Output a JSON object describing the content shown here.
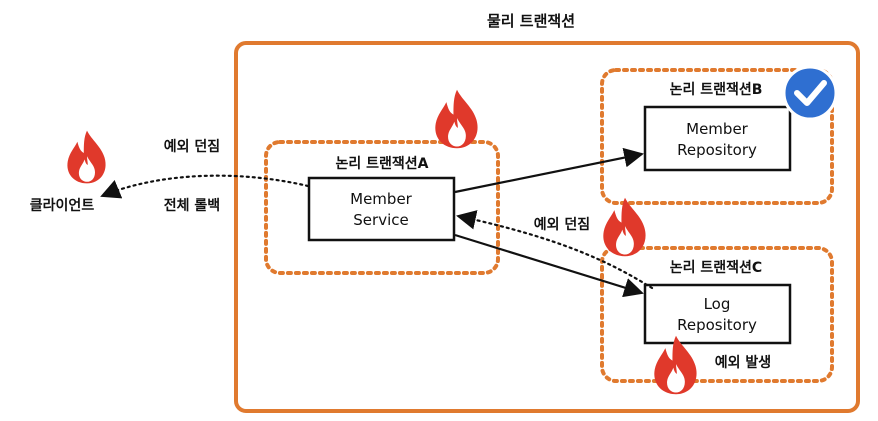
{
  "physical_tx": {
    "label": "물리 트랜잭션"
  },
  "logical_tx": {
    "a": {
      "label": "논리 트랜잭션A"
    },
    "b": {
      "label": "논리 트랜잭션B"
    },
    "c": {
      "label": "논리 트랜잭션C"
    }
  },
  "nodes": {
    "member_service": {
      "line1": "Member",
      "line2": "Service"
    },
    "member_repository": {
      "line1": "Member",
      "line2": "Repository"
    },
    "log_repository": {
      "line1": "Log",
      "line2": "Repository"
    },
    "client": {
      "label": "클라이언트"
    }
  },
  "annotations": {
    "throw_to_client": "예외 던짐",
    "rollback_all": "전체 롤백",
    "throw_from_log": "예외 던짐",
    "exception_occurred": "예외 발생"
  },
  "icons": {
    "fire": "fire-icon",
    "check": "check-circle-icon"
  },
  "colors": {
    "physical_border": "#e07a2f",
    "logical_border": "#e07a2f",
    "fire_red": "#e0392b",
    "check_blue": "#2f6fd1"
  }
}
